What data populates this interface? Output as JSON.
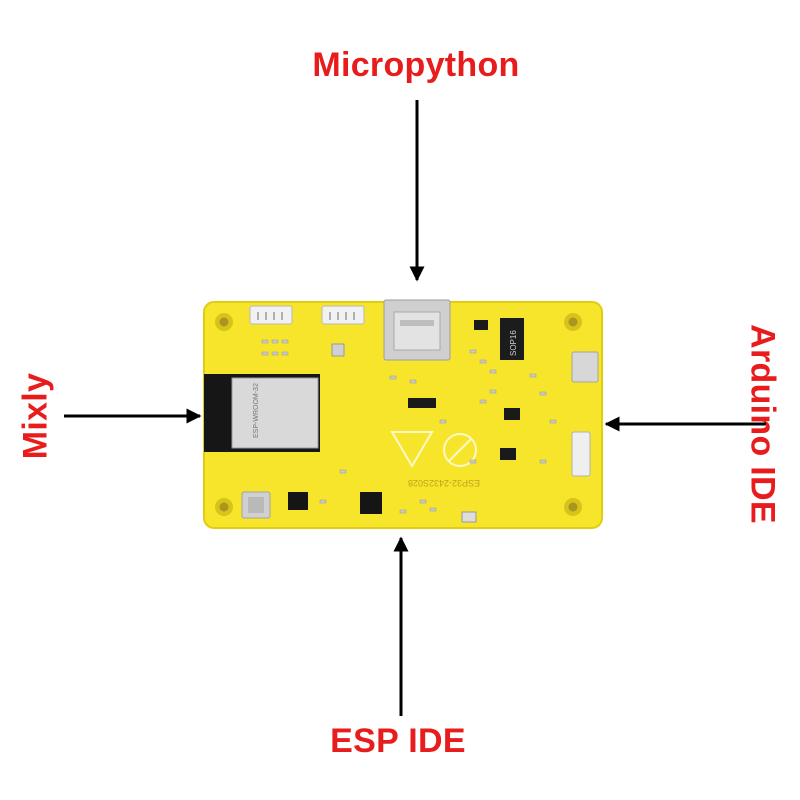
{
  "labels": {
    "top": "Micropython",
    "left": "Mixly",
    "right": "Arduino IDE",
    "bottom": "ESP IDE"
  },
  "board": {
    "module_text": "ESP-WROOM-32",
    "chip_text": "SOP16",
    "model_text": "ESP32-2432S028"
  },
  "colors": {
    "label": "#e81c1c",
    "arrow": "#000000",
    "pcb": "#f7e52c"
  }
}
